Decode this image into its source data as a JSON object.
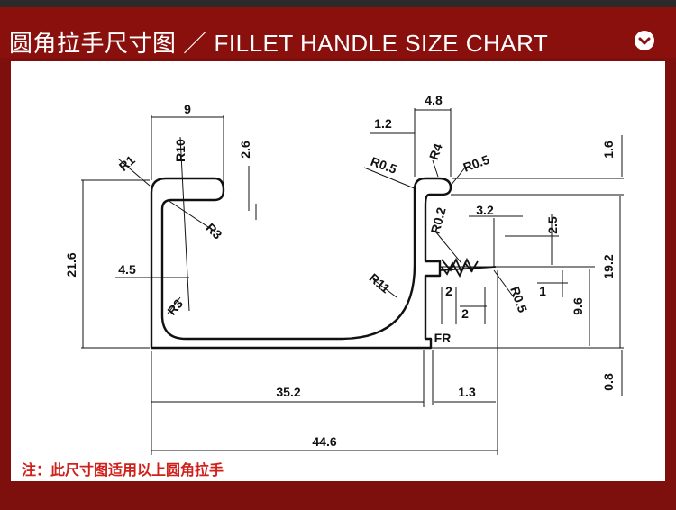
{
  "header": {
    "title_cn": "圆角拉手尺寸图",
    "separator": "／",
    "title_en": "FILLET HANDLE SIZE CHART",
    "toggle_icon": "chevron-down-icon"
  },
  "drawing": {
    "dims": {
      "width_9": "9",
      "r10": "R10",
      "r1": "R1",
      "lip_2_6": "2.6",
      "r3_top": "R3",
      "height_21_6": "21.6",
      "inner_4_5": "4.5",
      "r3_bottom": "R3",
      "r11": "R11",
      "width_35_2": "35.2",
      "width_44_6": "44.6",
      "width_1_3": "1.3",
      "width_4_8": "4.8",
      "width_1_2": "1.2",
      "r0_5_left": "R0.5",
      "r4": "R4",
      "r0_5_right": "R0.5",
      "r0_2": "R0.2",
      "width_3_2": "3.2",
      "height_2_5": "2.5",
      "height_1_6": "1.6",
      "height_19_2": "19.2",
      "height_9_6": "9.6",
      "height_1": "1",
      "r0_5_low": "R0.5",
      "width_2_a": "2",
      "width_2_b": "2",
      "fr": "FR",
      "height_0_8": "0.8"
    }
  },
  "footer": {
    "note": "注：此尺寸图适用以上圆角拉手"
  },
  "colors": {
    "background": "#8a100d",
    "panel": "#ffffff",
    "note": "#d0201b"
  }
}
